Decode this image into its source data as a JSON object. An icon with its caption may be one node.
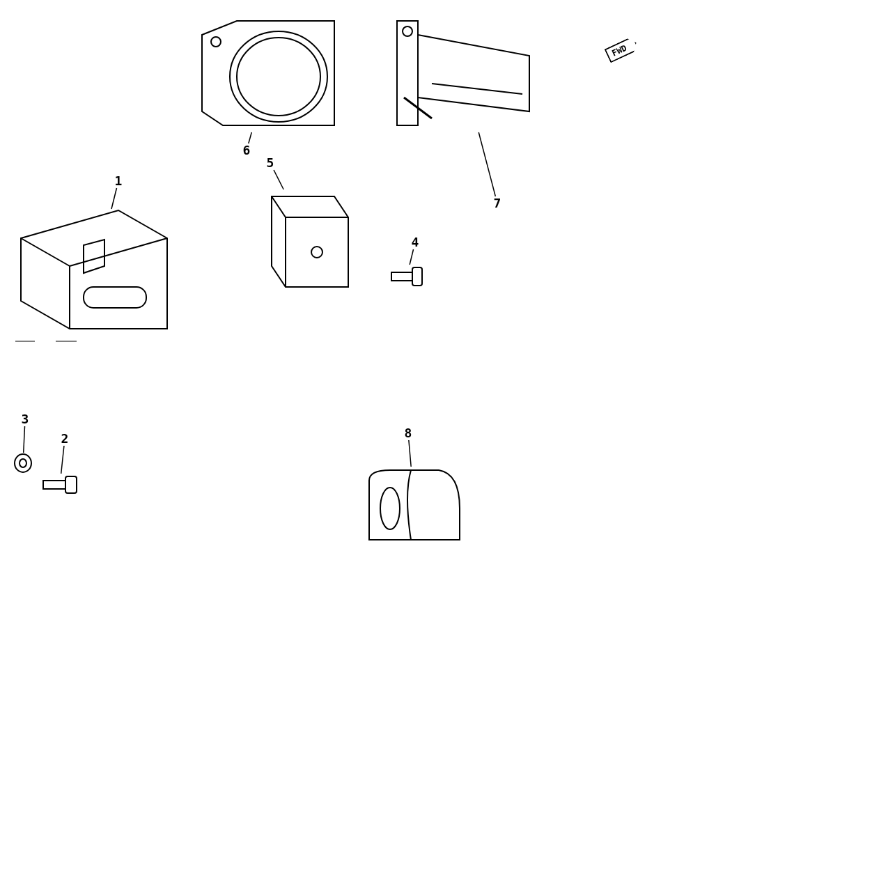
{
  "diagram": {
    "nodes": [
      {
        "text": [
          "1"
        ]
      },
      {
        "text": [
          "2"
        ]
      },
      {
        "text": [
          "3"
        ]
      },
      {
        "text": [
          "4"
        ]
      },
      {
        "text": [
          "5"
        ]
      },
      {
        "text": [
          "6"
        ]
      },
      {
        "text": [
          "7"
        ]
      },
      {
        "text": [
          "8"
        ]
      },
      {
        "text": [],
        "shape": "picture"
      },
      {
        "text": [],
        "shape": "picture"
      },
      {
        "text": [],
        "shape": "picture"
      },
      {
        "text": [],
        "shape": "picture"
      },
      {
        "text": [],
        "shape": "picture"
      },
      {
        "text": [],
        "shape": "picture"
      },
      {
        "text": [],
        "shape": "picture"
      },
      {
        "text": [],
        "shape": "picture"
      }
    ],
    "edges": [
      {
        "from": 0,
        "to": 8,
        "arrow": "none"
      },
      {
        "from": 1,
        "to": 9,
        "arrow": "none"
      },
      {
        "from": 2,
        "to": 10,
        "arrow": "none"
      },
      {
        "from": 3,
        "to": 11,
        "arrow": "none"
      },
      {
        "from": 4,
        "to": 12,
        "arrow": "none"
      },
      {
        "from": 5,
        "to": 13,
        "arrow": "none"
      },
      {
        "from": 6,
        "to": 14,
        "arrow": "none"
      },
      {
        "from": 7,
        "to": 15,
        "arrow": "none"
      }
    ],
    "labels": [
      "FWD"
    ]
  }
}
